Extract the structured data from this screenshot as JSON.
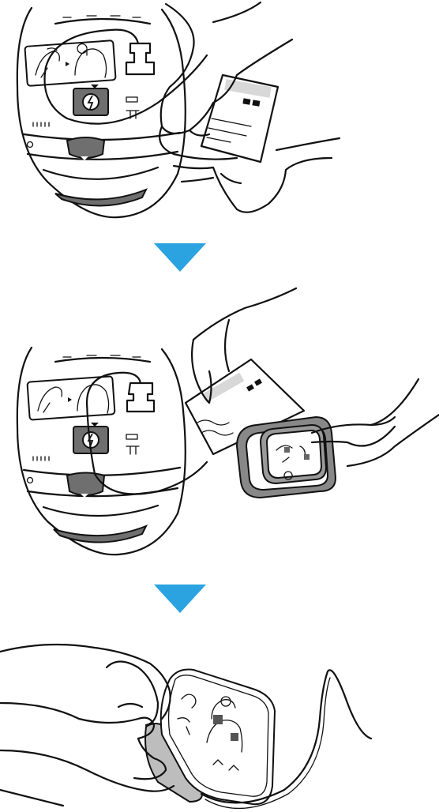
{
  "steps": [
    {
      "id": 1,
      "illustration": "aed-device-with-sealed-electrode-package"
    },
    {
      "id": 2,
      "illustration": "peeling-open-electrode-package"
    },
    {
      "id": 3,
      "illustration": "removing-electrode-pads-from-package"
    }
  ],
  "connectors": [
    {
      "icon": "down-triangle-icon",
      "color": "#2aa3e0"
    },
    {
      "icon": "down-triangle-icon",
      "color": "#2aa3e0"
    }
  ],
  "colors": {
    "accent": "#2aa3e0",
    "line": "#111111",
    "shading": "#6f6f6f"
  }
}
